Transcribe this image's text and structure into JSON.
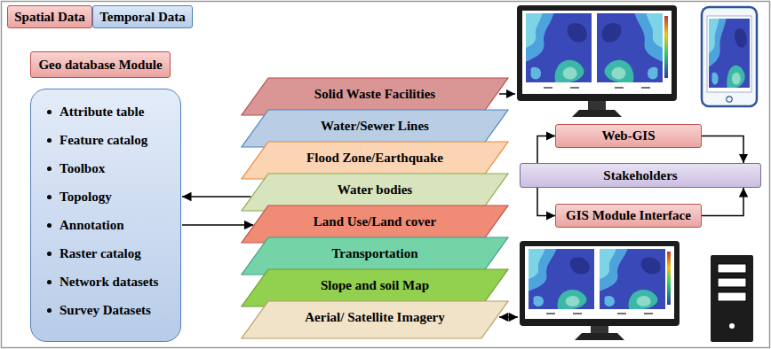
{
  "diagram": {
    "nodes": [
      {
        "text": [
          "Spatial Data"
        ]
      },
      {
        "text": [
          "Temporal Data"
        ]
      },
      {
        "text": [
          "Geo database Module"
        ]
      },
      {
        "text": [
          "Attribute table",
          "Feature catalog",
          "Toolbox",
          "Topology",
          "Annotation",
          "Raster catalog",
          "Network datasets",
          "Survey Datasets"
        ]
      },
      {
        "text": [
          "Solid Waste Facilities"
        ]
      },
      {
        "text": [
          "Water/Sewer Lines"
        ]
      },
      {
        "text": [
          "Flood Zone/Earthquake"
        ]
      },
      {
        "text": [
          "Water bodies"
        ]
      },
      {
        "text": [
          "Land Use/Land cover"
        ]
      },
      {
        "text": [
          "Transportation"
        ]
      },
      {
        "text": [
          "Slope and soil Map"
        ]
      },
      {
        "text": [
          "Aerial/ Satellite Imagery"
        ]
      },
      {
        "text": [
          "Web-GIS"
        ]
      },
      {
        "text": [
          "Stakeholders"
        ]
      },
      {
        "text": [
          "GIS Module Interface"
        ]
      }
    ],
    "edges": [
      {
        "from": 7,
        "to": 3,
        "arrow": "to"
      },
      {
        "from": 3,
        "to": 8,
        "arrow": "to"
      },
      {
        "from": 13,
        "to": 12,
        "arrow": "to"
      },
      {
        "from": 12,
        "to": 13,
        "arrow": "to"
      },
      {
        "from": 13,
        "to": 14,
        "arrow": "to"
      },
      {
        "from": 14,
        "to": 13,
        "arrow": "to"
      }
    ]
  }
}
